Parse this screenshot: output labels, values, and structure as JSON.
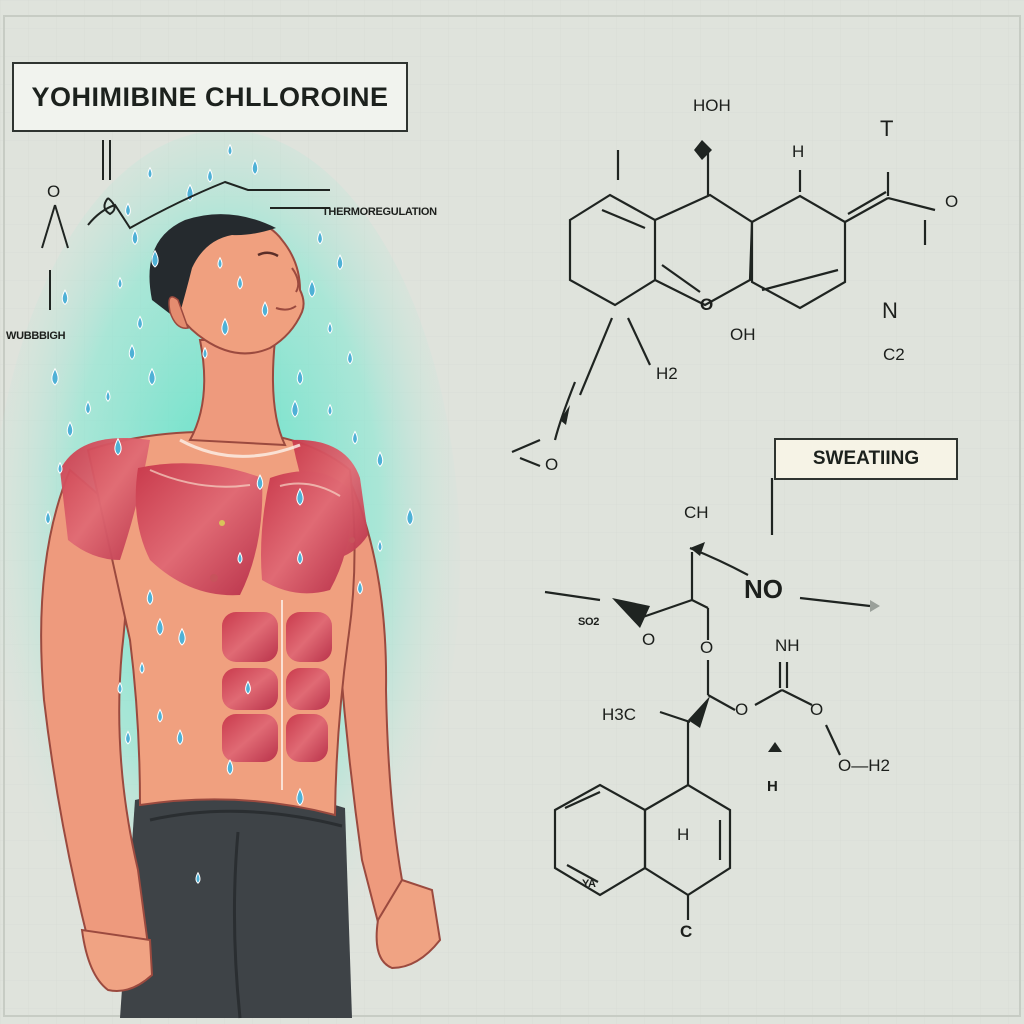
{
  "title": "YOHIMIBINE CHLLOROINE",
  "tag_label": "SWEATIING",
  "side_labels": {
    "left": "WUBBBIGH",
    "right": "THERMOREGULATION"
  },
  "atoms": {
    "hoh": "HOH",
    "h_top": "H",
    "t_top": "T",
    "o_right": "O",
    "oh_ring": "OH",
    "h2_mid": "H2",
    "n_right": "N",
    "c2_right": "C2",
    "o_left": "O",
    "ch": "CH",
    "no": "NO",
    "so_left": "SO2",
    "o_small": "O",
    "o_chain": "O",
    "nh": "NH",
    "h3c": "H3C",
    "o_ester": "O",
    "o_ester2": "O",
    "h_arrow": "H",
    "o_h2": "O—H2",
    "h_ring": "H",
    "ya": "YA",
    "c_bottom": "C",
    "o_top_left": "O"
  },
  "colors": {
    "background": "#dfe3dc",
    "glow": "#53e0c5",
    "skin": "#f0a07f",
    "muscle": "#d9505c",
    "shorts": "#3e4347",
    "drop": "#4fb1d6"
  }
}
